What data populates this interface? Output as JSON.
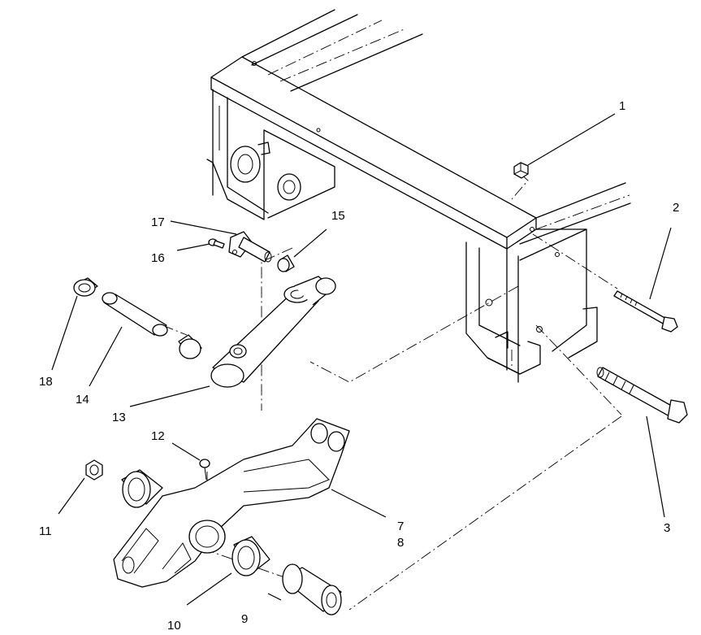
{
  "callouts": {
    "c1": "1",
    "c2": "2",
    "c3": "3",
    "c7": "7",
    "c8": "8",
    "c9": "9",
    "c10": "10",
    "c11": "11",
    "c12": "12",
    "c13": "13",
    "c14": "14",
    "c15": "15",
    "c16": "16",
    "c17": "17",
    "c18": "18"
  }
}
